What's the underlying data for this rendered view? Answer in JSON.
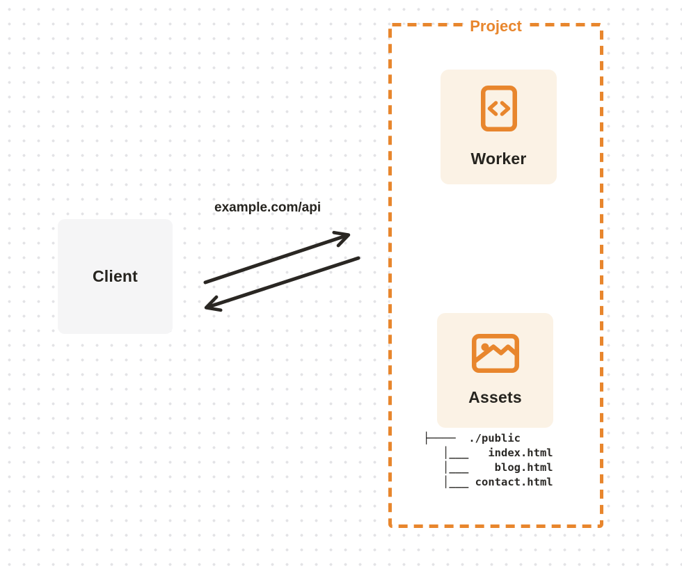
{
  "diagram": {
    "client": {
      "label": "Client"
    },
    "request": {
      "label": "example.com/api",
      "arrows": [
        {
          "name": "request-arrow",
          "direction": "client-to-project"
        },
        {
          "name": "response-arrow",
          "direction": "project-to-client"
        }
      ]
    },
    "project": {
      "label": "Project",
      "worker": {
        "label": "Worker",
        "icon": "code-document-icon"
      },
      "assets": {
        "label": "Assets",
        "icon": "image-icon"
      },
      "file_tree": {
        "lines": [
          "├────  ./public",
          "   │___   index.html",
          "   │___    blog.html",
          "   │___ contact.html"
        ]
      }
    },
    "colors": {
      "accent_orange": "#e8862d",
      "card_cream": "#fbf2e5",
      "client_gray": "#f5f5f6",
      "ink": "#26241f",
      "dot_grid": "#e3e3e6",
      "background": "#ffffff"
    }
  }
}
